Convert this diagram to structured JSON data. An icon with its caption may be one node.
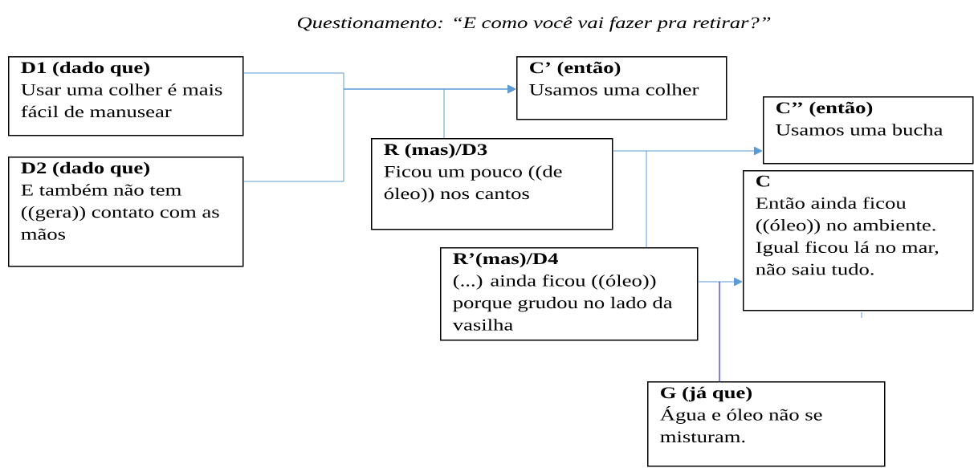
{
  "diagram": {
    "title": "Questionamento: “E como você vai fazer pra retirar?”",
    "nodes": [
      {
        "text": [
          "D1 (dado que)",
          "Usar uma colher é mais fácil de manusear"
        ]
      },
      {
        "text": [
          "D2 (dado que)",
          "E também não tem ((gera)) contato com as mãos"
        ]
      },
      {
        "text": [
          "C’ (então)",
          "Usamos uma colher"
        ]
      },
      {
        "text": [
          "R (mas)/D3",
          "Ficou um pouco ((de óleo)) nos cantos"
        ]
      },
      {
        "text": [
          "C’’ (então)",
          "Usamos uma bucha"
        ]
      },
      {
        "text": [
          "C",
          "Então ainda ficou ((óleo)) no ambiente. Igual ficou lá no mar, não saiu tudo."
        ]
      },
      {
        "text": [
          "R’(mas)/D4",
          "(...) ainda ficou ((óleo)) porque grudou no lado da vasilha"
        ]
      },
      {
        "text": [
          "G (já que)",
          "Água e óleo não se misturam."
        ]
      }
    ],
    "edges": [
      {
        "from": 0,
        "to": 2,
        "arrow": "to"
      },
      {
        "from": 1,
        "to": 2,
        "arrow": "to"
      },
      {
        "from": 3,
        "to": null,
        "arrow": "none"
      },
      {
        "from": 3,
        "to": 4,
        "arrow": "to"
      },
      {
        "from": 6,
        "to": null,
        "arrow": "none"
      },
      {
        "from": 6,
        "to": 5,
        "arrow": "to"
      },
      {
        "from": 7,
        "to": null,
        "arrow": "none",
        "color": "#0000ff"
      }
    ]
  }
}
